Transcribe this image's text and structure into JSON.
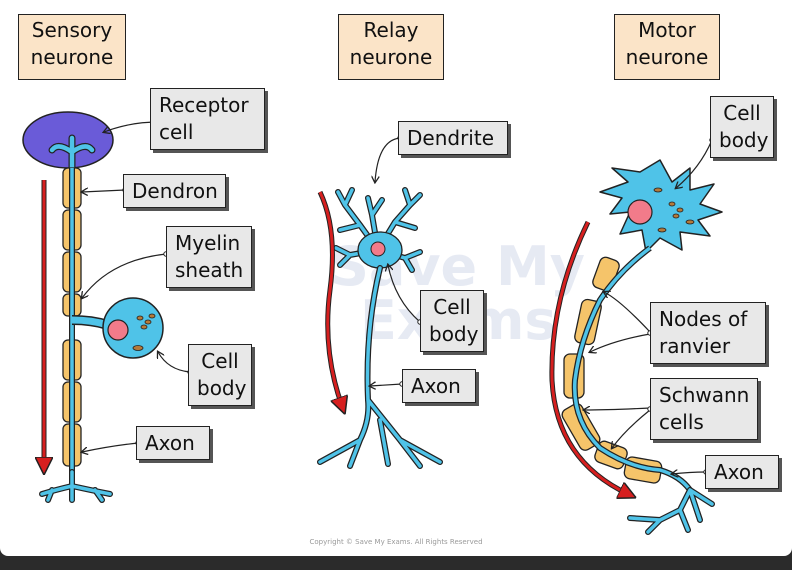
{
  "colors": {
    "neurone": "#4fc3e8",
    "myelin": "#f5c46a",
    "nucleus": "#f27b8a",
    "receptor": "#6a5bd8",
    "arrow": "#d61f1f",
    "title_fill": "#fbe4c8",
    "label_fill": "#e8e8e8"
  },
  "titles": {
    "sensory": {
      "line1": "Sensory",
      "line2": "neurone"
    },
    "relay": {
      "line1": "Relay",
      "line2": "neurone"
    },
    "motor": {
      "line1": "Motor",
      "line2": "neurone"
    }
  },
  "labels": {
    "receptor_cell": {
      "line1": "Receptor",
      "line2": "cell"
    },
    "dendron": "Dendron",
    "myelin_sheath": {
      "line1": "Myelin",
      "line2": "sheath"
    },
    "sensory_cell_body": {
      "line1": "Cell",
      "line2": "body"
    },
    "sensory_axon": "Axon",
    "dendrite": "Dendrite",
    "relay_cell_body": {
      "line1": "Cell",
      "line2": "body"
    },
    "relay_axon": "Axon",
    "motor_cell_body": {
      "line1": "Cell",
      "line2": "body"
    },
    "nodes_of_ranvier": {
      "line1": "Nodes of",
      "line2": "ranvier"
    },
    "schwann_cells": {
      "line1": "Schwann",
      "line2": "cells"
    },
    "motor_axon": "Axon"
  },
  "watermark": {
    "line1": "Save My",
    "line2": "Exams"
  },
  "copyright": "Copyright © Save My Exams. All Rights Reserved"
}
